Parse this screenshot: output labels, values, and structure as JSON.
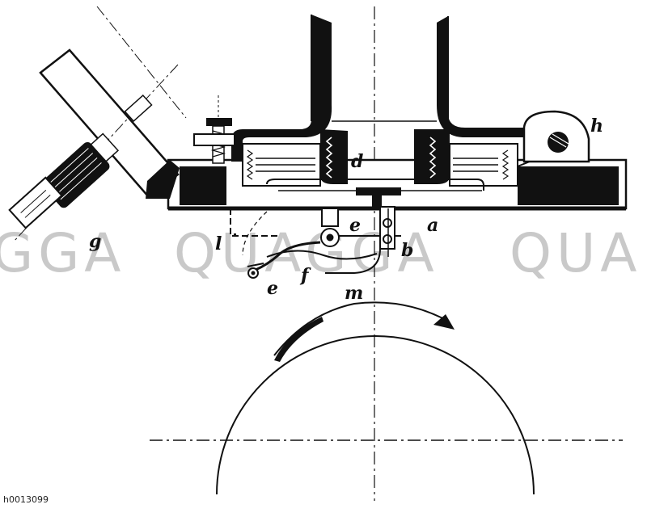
{
  "image_id": "h0013099",
  "watermark": [
    "GGA",
    "QUAGGA",
    "QUA"
  ],
  "labels": {
    "a": "a",
    "b": "b",
    "d": "d",
    "e_upper": "e",
    "e_lower": "e",
    "f": "f",
    "g": "g",
    "h": "h",
    "l": "l",
    "m": "m"
  },
  "colors": {
    "ink": "#111111",
    "watermark": "#c9c9c9",
    "background": "#ffffff"
  }
}
